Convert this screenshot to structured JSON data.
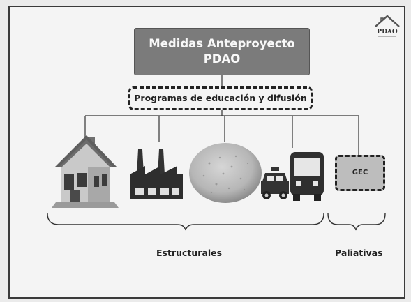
{
  "header": {
    "title_line1": "Medidas Anteproyecto",
    "title_line2": "PDAO"
  },
  "program": {
    "label": "Programas de educación y difusión"
  },
  "categories": {
    "structural": "Estructurales",
    "palliative": "Paliativas"
  },
  "gec": {
    "label": "GEC"
  },
  "logo": {
    "text": "PDAO"
  }
}
